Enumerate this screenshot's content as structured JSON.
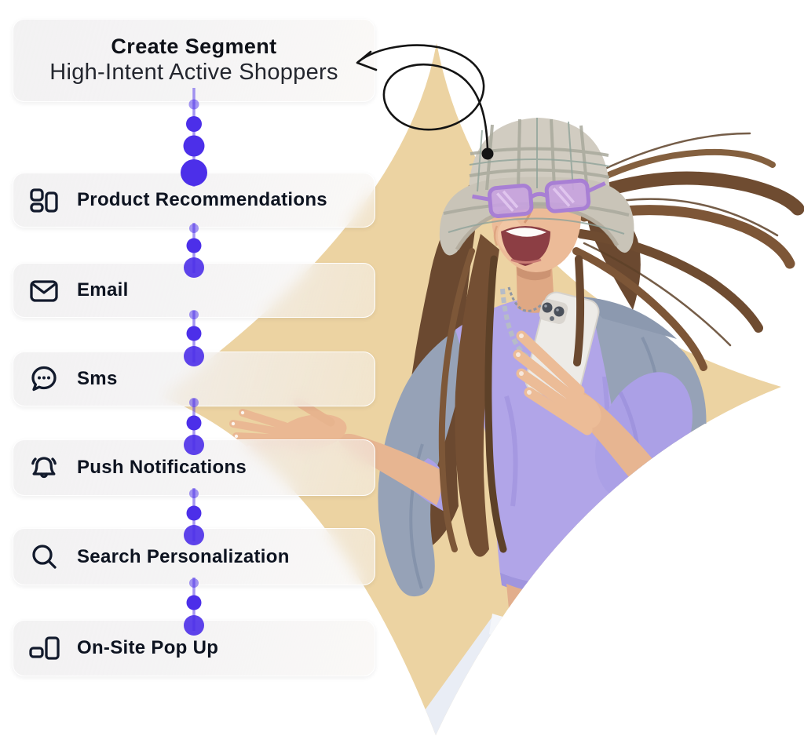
{
  "page": {
    "background_color": "#ffffff"
  },
  "segment_card": {
    "title": "Create Segment",
    "subtitle": "High-Intent Active Shoppers"
  },
  "channel_cards": [
    {
      "label": "Product Recommendations",
      "icon": "product-recommendations-icon"
    },
    {
      "label": "Email",
      "icon": "email-icon"
    },
    {
      "label": "Sms",
      "icon": "sms-icon"
    },
    {
      "label": "Push Notifications",
      "icon": "push-notifications-icon"
    },
    {
      "label": "Search Personalization",
      "icon": "search-icon"
    },
    {
      "label": "On-Site Pop Up",
      "icon": "onsite-popup-icon"
    }
  ],
  "colors": {
    "connector_purple": "#4C2FE9",
    "star_beige": "#ECD3A2",
    "card_background": "#F2F1F2",
    "icon_ink": "#121A2C",
    "label_text": "#0D1320",
    "doodle_ink": "#141414"
  },
  "illustration": {
    "description": "Laughing woman in a plaid bucket hat and purple rectangular sunglasses holding a white smartphone, long brown hair blowing, lavender crop top, gray cardigan, white drawstring pants, in front of a beige four-point star",
    "elements": [
      "beige-star",
      "bucket-hat",
      "purple-sunglasses",
      "smartphone",
      "chain-necklace",
      "open-hand",
      "arrow-doodle"
    ]
  }
}
